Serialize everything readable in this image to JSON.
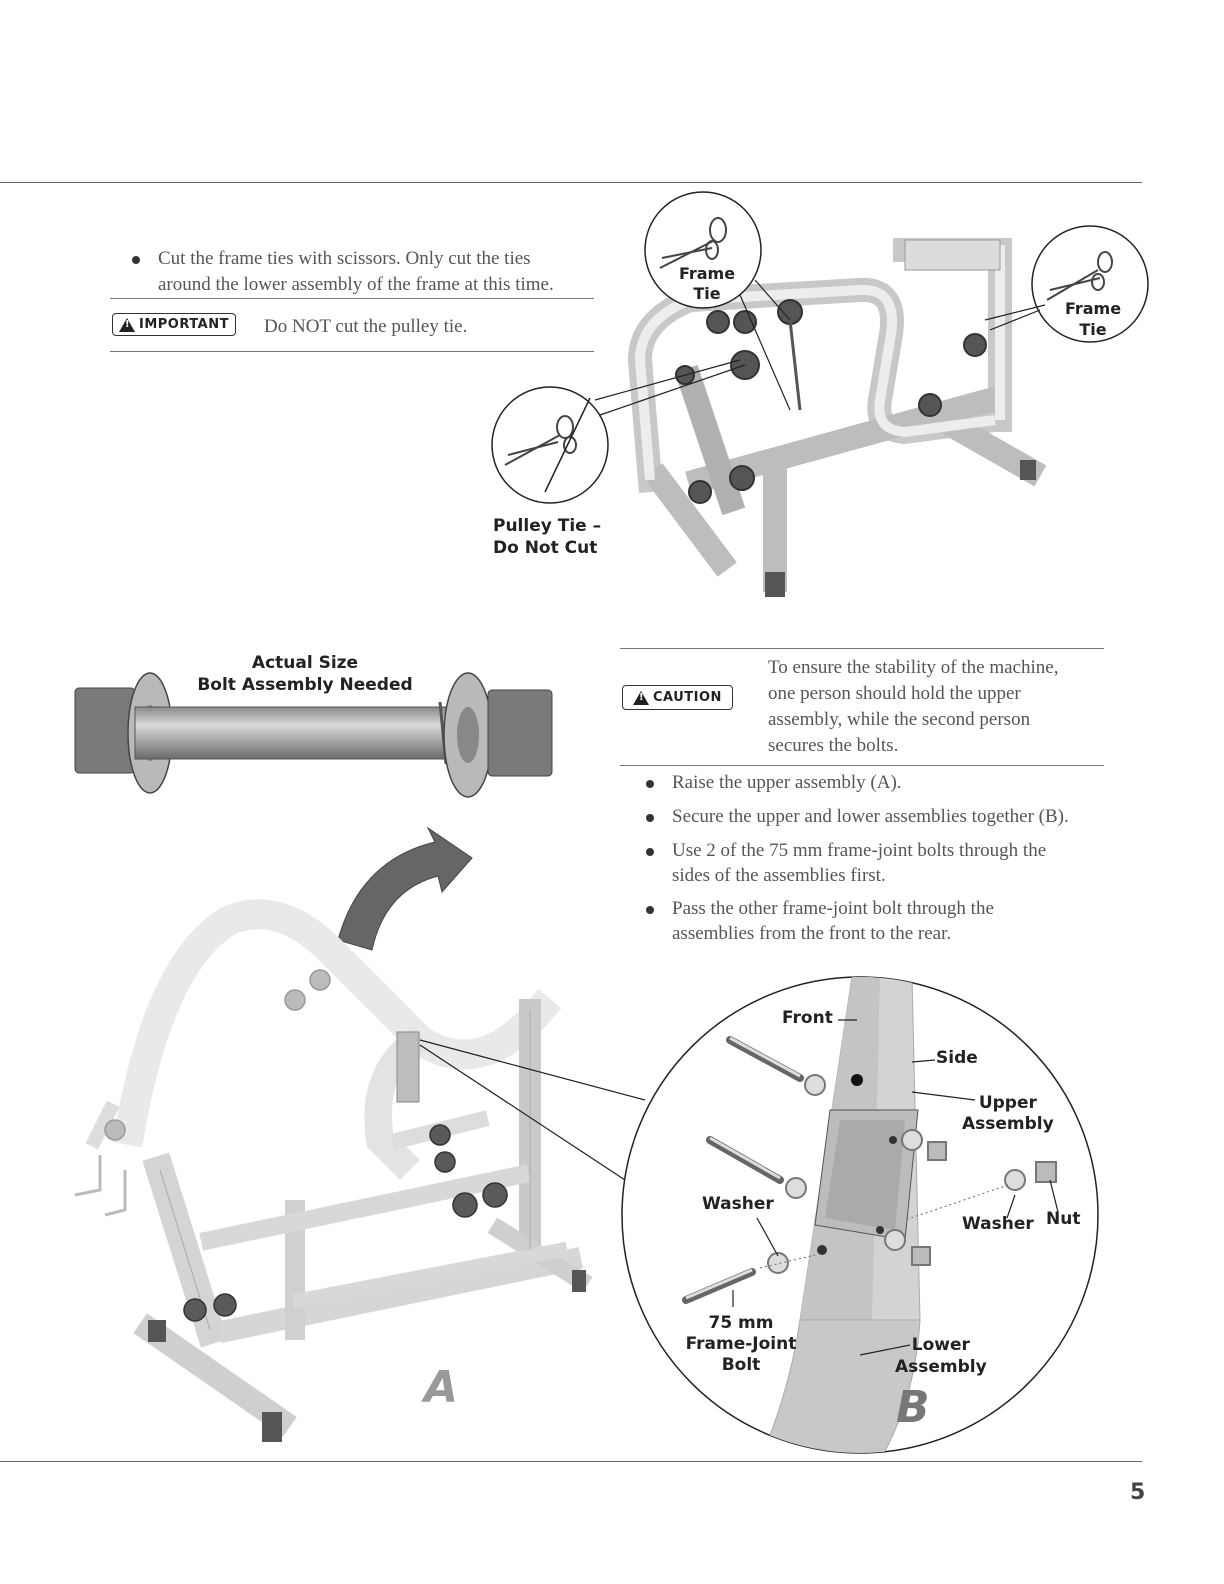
{
  "step1": {
    "bullet": "Cut the frame ties with scissors. Only cut the ties around the lower assembly of the frame at this time.",
    "bullet_line1": "Cut the frame ties with scissors. Only cut the ties",
    "bullet_line2": "around the lower assembly of the frame at this time.",
    "important_label": "IMPORTANT",
    "important_text": "Do NOT cut the pulley tie."
  },
  "figure_top": {
    "callout_frame_tie_left": [
      "Frame",
      "Tie"
    ],
    "callout_frame_tie_right": [
      "Frame",
      "Tie"
    ],
    "callout_pulley_tie": [
      "Pulley Tie –",
      "Do Not Cut"
    ]
  },
  "bolt_figure": {
    "caption_line1": "Actual Size",
    "caption_line2": "Bolt Assembly Needed"
  },
  "caution": {
    "label": "CAUTION",
    "lines": [
      "To ensure the stability of the machine,",
      "one person should hold the upper",
      "assembly, while the second person",
      "secures the bolts."
    ]
  },
  "steps": [
    {
      "lines": [
        "Raise the upper assembly (A)."
      ]
    },
    {
      "lines": [
        "Secure the upper and lower assemblies together (B)."
      ]
    },
    {
      "lines": [
        "Use 2 of the 75 mm frame-joint bolts through the",
        "sides of the assemblies first."
      ]
    },
    {
      "lines": [
        "Pass the other frame-joint bolt through the",
        "assemblies from the front to the rear."
      ]
    }
  ],
  "detail_b": {
    "front": "Front",
    "side": "Side",
    "upper_assembly": [
      "Upper",
      "Assembly"
    ],
    "washer_left": "Washer",
    "washer_right": "Washer",
    "nut": "Nut",
    "bolt": [
      "75 mm",
      "Frame-Joint",
      "Bolt"
    ],
    "lower_assembly": [
      "Lower",
      "Assembly"
    ]
  },
  "figure_labels": {
    "a": "A",
    "b": "B"
  },
  "page_number": "5",
  "colors": {
    "frame": "#d9d9d9",
    "frame_dark": "#9a9a9a",
    "pulley": "#4a4a4a",
    "text": "#555555"
  }
}
